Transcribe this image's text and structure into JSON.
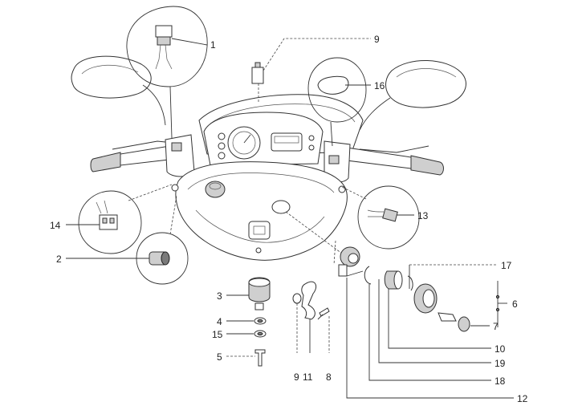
{
  "callouts": [
    {
      "id": "1",
      "label": "1"
    },
    {
      "id": "2",
      "label": "2"
    },
    {
      "id": "3",
      "label": "3"
    },
    {
      "id": "4",
      "label": "4"
    },
    {
      "id": "5",
      "label": "5"
    },
    {
      "id": "6",
      "label": "6"
    },
    {
      "id": "7",
      "label": "7"
    },
    {
      "id": "8",
      "label": "8"
    },
    {
      "id": "9a",
      "label": "9"
    },
    {
      "id": "9b",
      "label": "9"
    },
    {
      "id": "10",
      "label": "10"
    },
    {
      "id": "11",
      "label": "11"
    },
    {
      "id": "12",
      "label": "12"
    },
    {
      "id": "13",
      "label": "13"
    },
    {
      "id": "14",
      "label": "14"
    },
    {
      "id": "15",
      "label": "15"
    },
    {
      "id": "16",
      "label": "16"
    },
    {
      "id": "17",
      "label": "17"
    },
    {
      "id": "18",
      "label": "18"
    },
    {
      "id": "19",
      "label": "19"
    }
  ]
}
